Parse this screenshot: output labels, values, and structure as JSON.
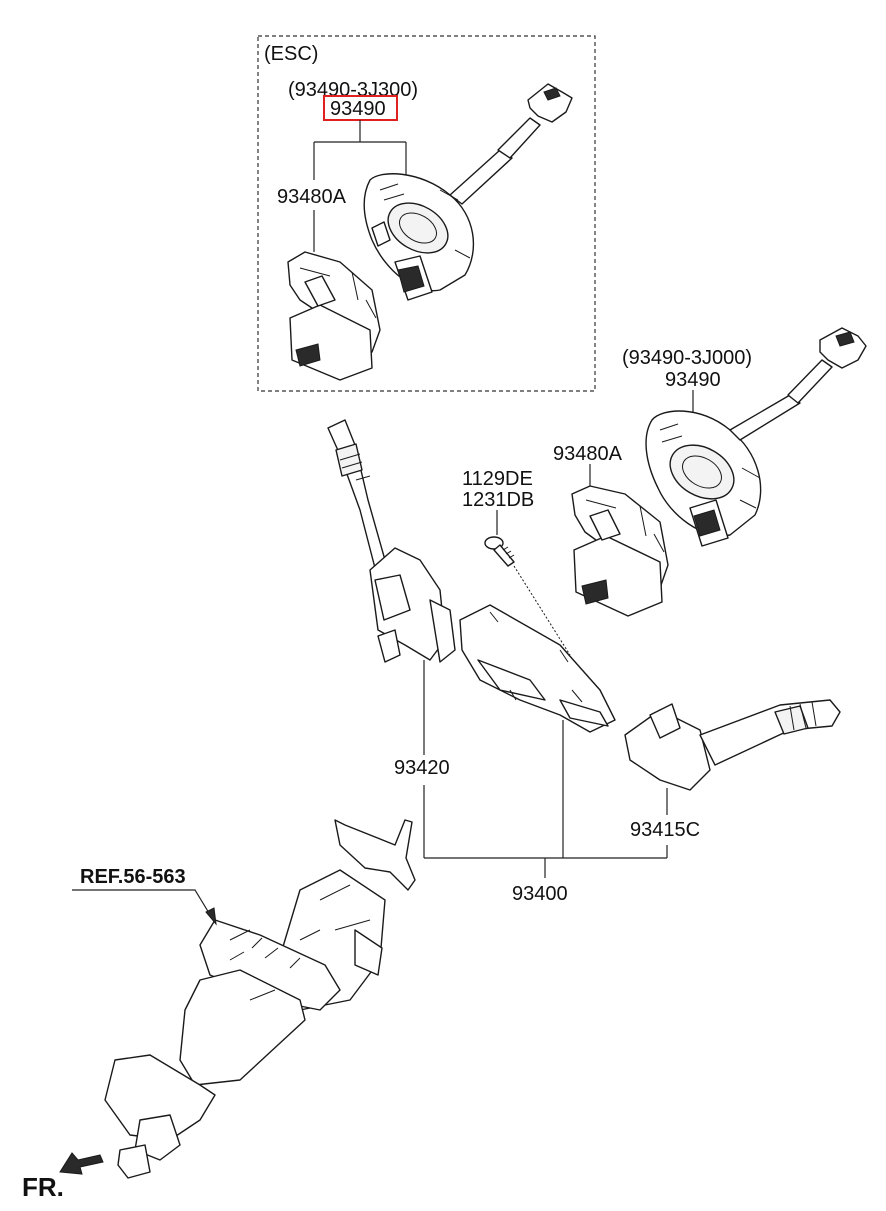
{
  "labels": {
    "esc_group": "(ESC)",
    "esc_alt_part": "(93490-3J300)",
    "esc_part": "93490",
    "esc_sub_part": "93480A",
    "right_alt_part": "(93490-3J000)",
    "right_part": "93490",
    "right_sub_part": "93480A",
    "screw_part_a": "1129DE",
    "screw_part_b": "1231DB",
    "left_switch_part": "93420",
    "right_switch_part": "93415C",
    "assembly_part": "93400",
    "reference": "REF.56-563",
    "front_marker": "FR."
  },
  "colors": {
    "highlight": "#e0201e",
    "line": "#1a1a1a"
  }
}
